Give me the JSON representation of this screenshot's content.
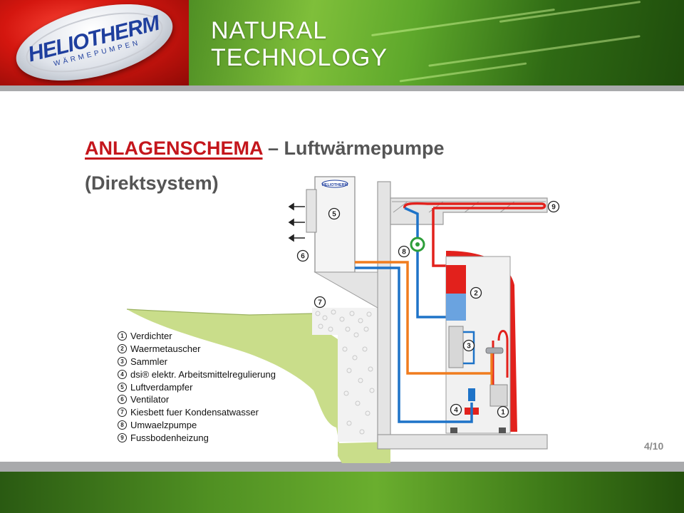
{
  "header": {
    "logo_brand": "HELIOTHERM",
    "logo_sub": "WÄRMEPUMPEN",
    "tagline_line1": "NATURAL",
    "tagline_line2": "TECHNOLOGY"
  },
  "slide": {
    "title_red": "ANLAGENSCHEMA",
    "title_dash": " – ",
    "title_rest": "Luftwärmepumpe",
    "subtitle": "(Direktsystem)",
    "page": "4/10"
  },
  "legend": [
    {
      "num": "1",
      "label": "Verdichter"
    },
    {
      "num": "2",
      "label": "Waermetauscher"
    },
    {
      "num": "3",
      "label": "Sammler"
    },
    {
      "num": "4",
      "label": "dsi® elektr. Arbeitsmittelregulierung"
    },
    {
      "num": "5",
      "label": "Luftverdampfer"
    },
    {
      "num": "6",
      "label": "Ventilator"
    },
    {
      "num": "7",
      "label": "Kiesbett fuer Kondensatwasser"
    },
    {
      "num": "8",
      "label": "Umwaelzpumpe"
    },
    {
      "num": "9",
      "label": "Fussbodenheizung"
    }
  ],
  "diagram": {
    "unit_logo": "HELIOTHERM",
    "callouts": [
      "1",
      "2",
      "3",
      "4",
      "5",
      "6",
      "7",
      "8",
      "9"
    ]
  },
  "colors": {
    "accent_red": "#c4161c",
    "pipe_red": "#e2211c",
    "pipe_blue": "#1e73c8",
    "pipe_orange": "#f07c1e",
    "ground_green": "#c9dd8a",
    "wall_grey": "#e4e4e4",
    "title_grey": "#555555"
  }
}
